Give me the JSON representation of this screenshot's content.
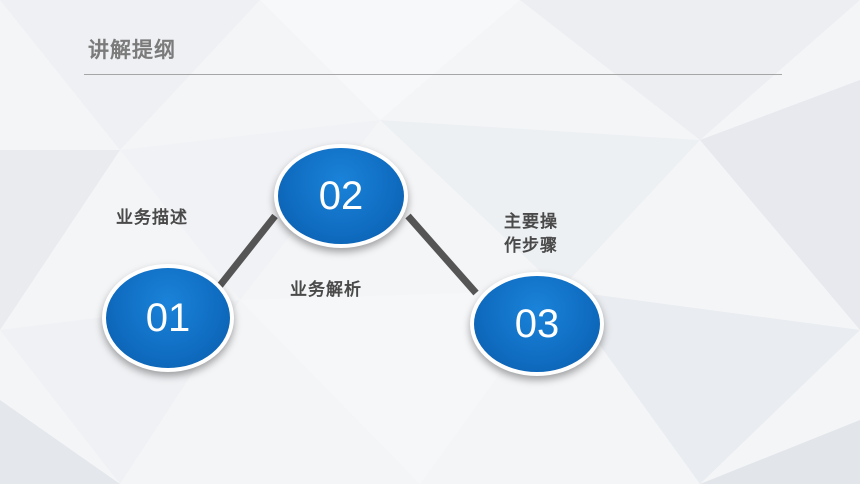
{
  "header": {
    "title": "讲解提纲"
  },
  "steps": [
    {
      "number": "01",
      "label": "业务描述"
    },
    {
      "number": "02",
      "label": "业务解析"
    },
    {
      "number": "03",
      "label_line1": "主要操",
      "label_line2": "作步骤"
    }
  ],
  "colors": {
    "accent": "#0f6cc0",
    "connector": "#555555",
    "title": "#7b7b7b"
  }
}
